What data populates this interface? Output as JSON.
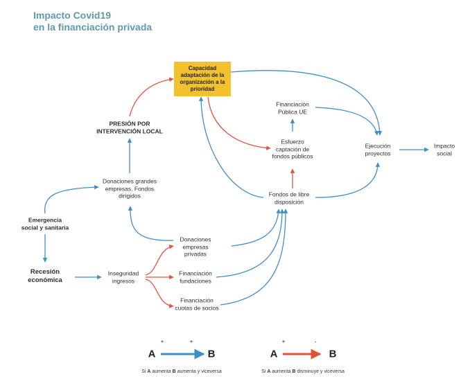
{
  "title": {
    "line1": "Impacto Covid19",
    "line2": "en la financiación privada"
  },
  "colors": {
    "title": "#5e9aa8",
    "positive_arrow": "#3d8fc6",
    "negative_arrow": "#e0533a",
    "highlight": "#f2c12e"
  },
  "nodes": {
    "capacidad": "Capacidad\nadaptación de la\norganización a la\nprioridad",
    "presion": "PRESIÓN POR\nINTERVENCIÓN LOCAL",
    "donaciones_grandes": "Donaciones grandes\nempresas. Fondos\ndirigidos",
    "emergencia": "Emergencia\nsocial y sanitaria",
    "recesion": "Recesión\neconómica",
    "inseguridad": "Inseguridad\ningresos",
    "donaciones_empresas": "Donaciones\nempresas\nprivadas",
    "financiacion_fundaciones": "Financiación\nfundaciones",
    "financiacion_socios": "Financiación\ncuotas de socios",
    "financiacion_ue": "Financiación\nPública UE",
    "esfuerzo": "Esfuerzo\ncaptación de\nfondos públicos",
    "fondos_libre": "Fondos de libre\ndisposición",
    "ejecucion": "Ejecución\nproyectos",
    "impacto": "Impacto\nsocial"
  },
  "legend": {
    "positive": {
      "from": "A",
      "to": "B",
      "sign_from": "+",
      "sign_to": "+",
      "caption_pre": "Si ",
      "caption_a": "A",
      "caption_mid": " aumenta ",
      "caption_b": "B",
      "caption_post": " aumenta y viceversa"
    },
    "negative": {
      "from": "A",
      "to": "B",
      "sign_from": "+",
      "sign_to": "-",
      "caption_pre": "Si ",
      "caption_a": "A",
      "caption_mid": " aumenta ",
      "caption_b": "B",
      "caption_post": " disminuye y viceversa"
    }
  }
}
